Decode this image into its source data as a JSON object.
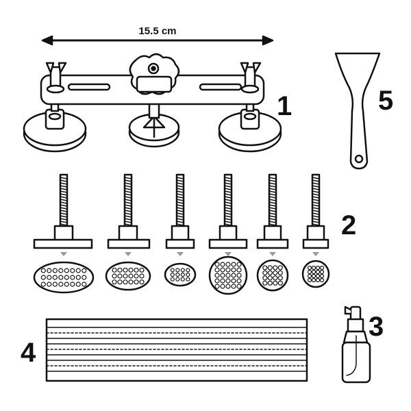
{
  "dimension": {
    "label": "15.5 cm"
  },
  "labels": {
    "bridge": "1",
    "pulling_tabs": "2",
    "spray_bottle": "3",
    "glue_strips": "4",
    "scraper": "5"
  },
  "colors": {
    "stroke": "#111111",
    "fill": "#ffffff"
  },
  "icons": [
    "bridge-puller-icon",
    "pulling-tab-icon",
    "spray-bottle-icon",
    "glue-stick-icon",
    "scraper-icon"
  ]
}
